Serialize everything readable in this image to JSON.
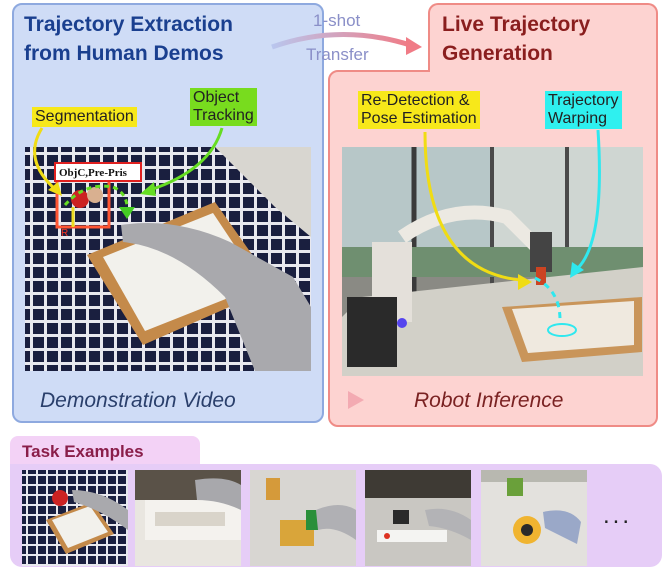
{
  "left_panel": {
    "title_line1": "Trajectory Extraction",
    "title_line2": "from Human Demos",
    "caption": "Demonstration Video",
    "labels": {
      "segmentation": "Segmentation",
      "object_tracking_line1": "Object",
      "object_tracking_line2": "Tracking",
      "box_text": "ObjC,Pre-Pris",
      "marker": "R"
    }
  },
  "right_panel": {
    "title_line1": "Live Trajectory",
    "title_line2": "Generation",
    "caption": "Robot Inference",
    "labels": {
      "redetection_line1": "Re-Detection &",
      "redetection_line2": "Pose Estimation",
      "warping_line1": "Trajectory",
      "warping_line2": "Warping"
    }
  },
  "transfer": {
    "line1": "1-shot",
    "line2": "Transfer"
  },
  "task_examples": {
    "title": "Task Examples",
    "more": "..."
  },
  "colors": {
    "left_bg": "#cfdcf6",
    "left_border": "#8ea9df",
    "right_bg": "#fdd3d1",
    "right_border": "#ef8b86",
    "yellow": "#f7e81a",
    "green": "#78dc1e",
    "cyan": "#2ff0ef",
    "task_bg": "#e6cdf7"
  }
}
